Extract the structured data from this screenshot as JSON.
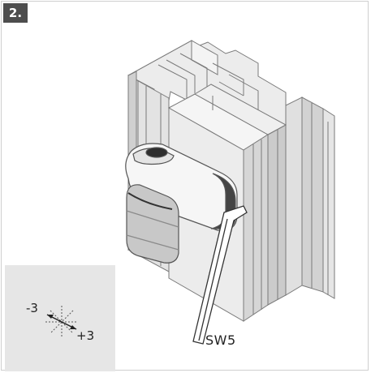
{
  "step": {
    "number": "2."
  },
  "adjustment": {
    "minus": "-3",
    "plus": "+3"
  },
  "tool": {
    "label": "SW5"
  }
}
